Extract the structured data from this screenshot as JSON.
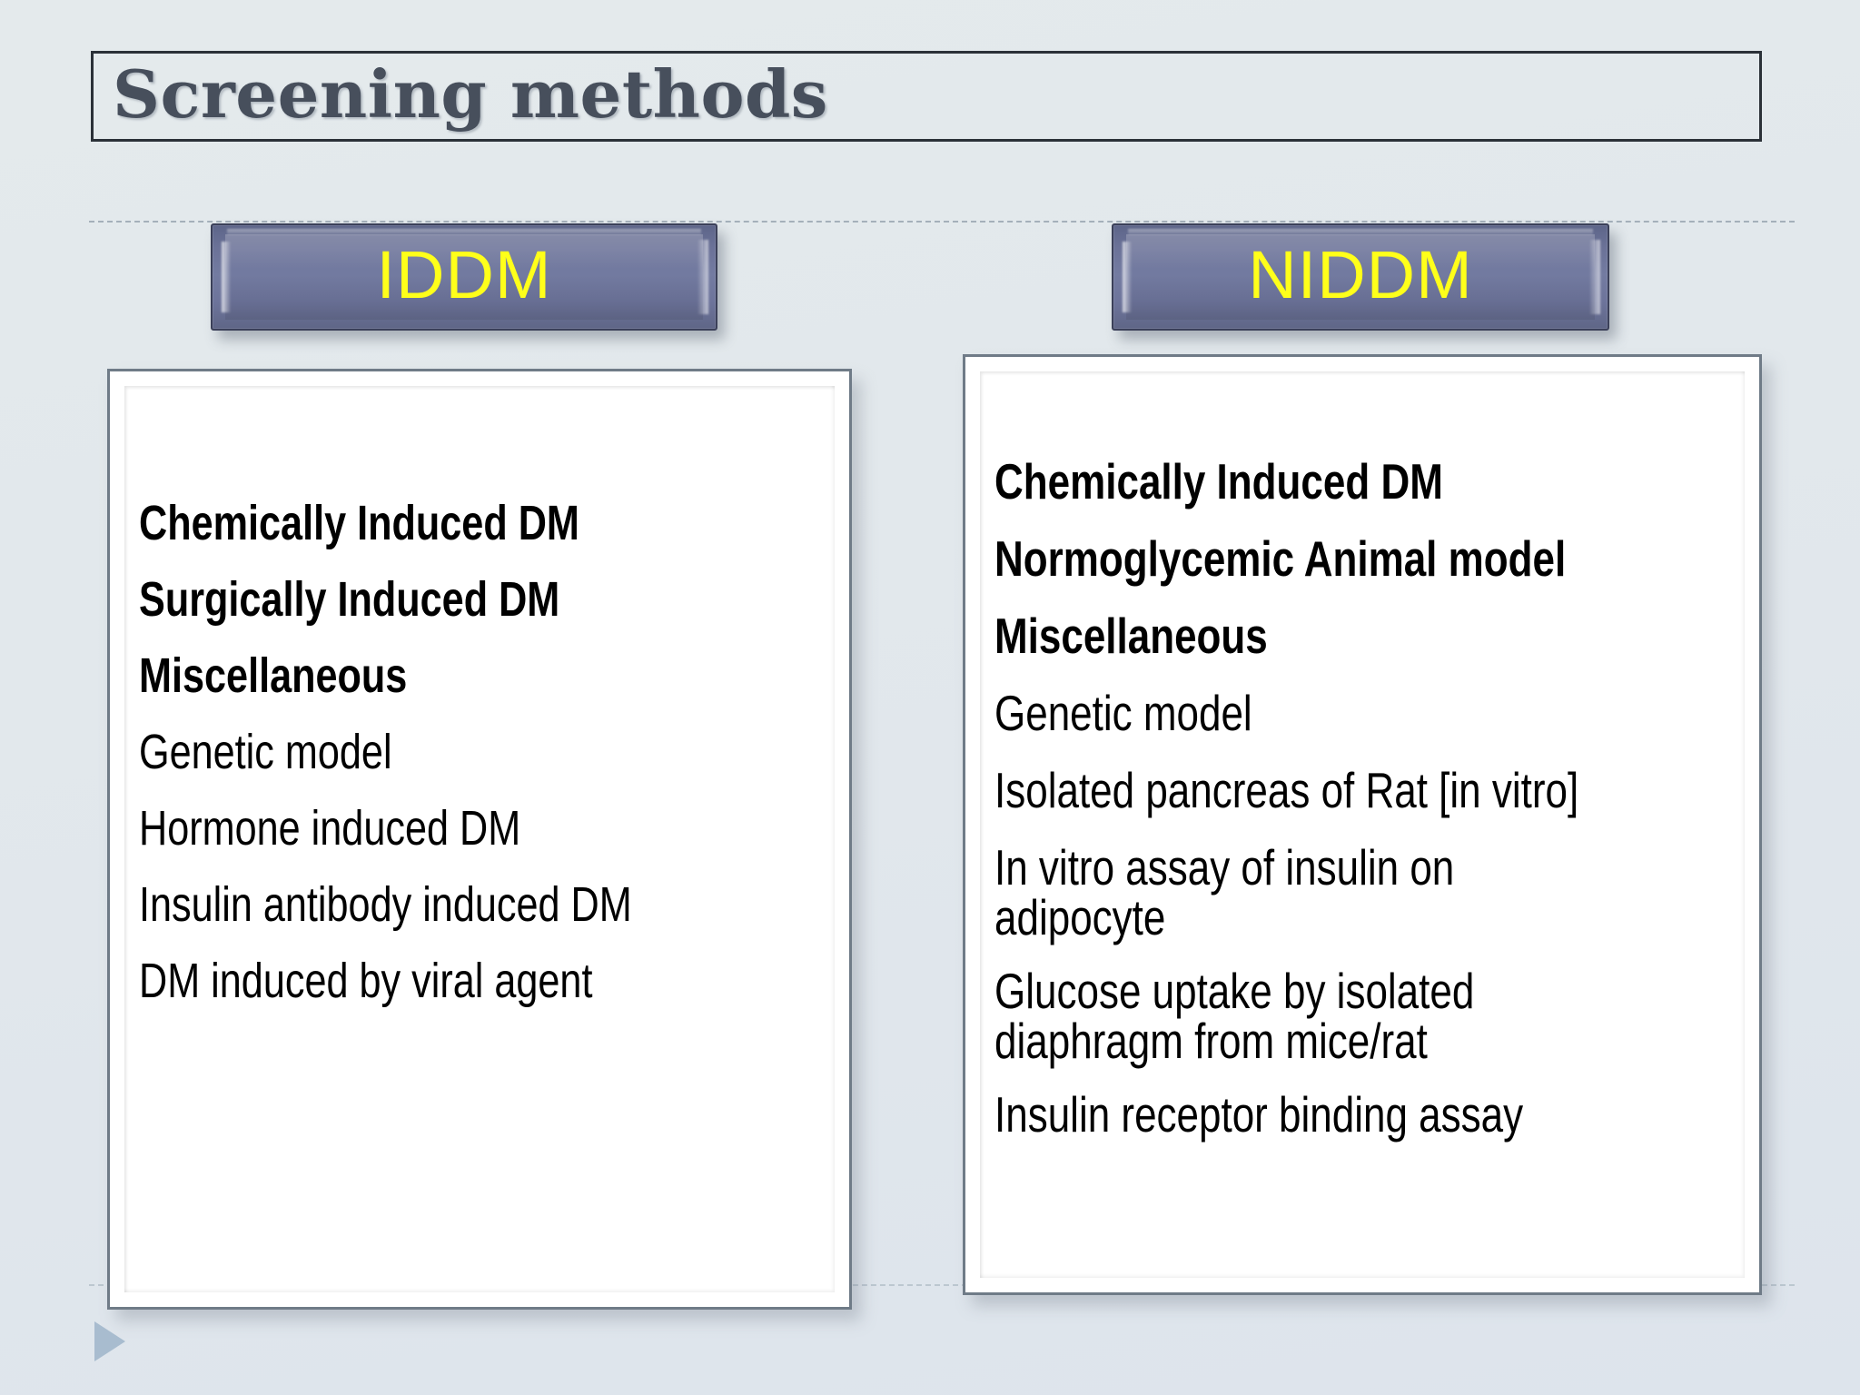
{
  "slide": {
    "title": "Screening methods",
    "background_color": "#e1e7ec",
    "title_color": "#474f5c"
  },
  "guides": {
    "top_label": "guide-line-top",
    "bottom_label": "guide-line-bottom"
  },
  "columns": [
    {
      "badge_label": "IDDM",
      "badge_text_color": "#ffff1a",
      "badge_fill_color": "#6e7599",
      "items": [
        {
          "text": "Chemically Induced DM",
          "bold": true
        },
        {
          "text": "Surgically Induced DM",
          "bold": true
        },
        {
          "text": "Miscellaneous",
          "bold": true
        },
        {
          "text": "Genetic model",
          "bold": false
        },
        {
          "text": "Hormone induced DM",
          "bold": false
        },
        {
          "text": "Insulin antibody induced DM",
          "bold": false
        },
        {
          "text": "DM induced by viral agent",
          "bold": false
        }
      ]
    },
    {
      "badge_label": "NIDDM",
      "badge_text_color": "#ffff1a",
      "badge_fill_color": "#6e7599",
      "items": [
        {
          "text": "Chemically Induced DM",
          "bold": true
        },
        {
          "text": "Normoglycemic Animal model",
          "bold": true
        },
        {
          "text": "Miscellaneous",
          "bold": true
        },
        {
          "text": "Genetic model",
          "bold": false
        },
        {
          "text": "Isolated pancreas of Rat [in vitro]",
          "bold": false
        },
        {
          "text": "In vitro assay of insulin on adipocyte",
          "bold": false,
          "lines": [
            "In vitro assay of insulin on",
            "adipocyte"
          ]
        },
        {
          "text": "Glucose uptake by isolated diaphragm from mice/rat",
          "bold": false,
          "lines": [
            "Glucose uptake by isolated",
            "diaphragm from mice/rat"
          ]
        },
        {
          "text": "Insulin receptor binding assay",
          "bold": false
        }
      ]
    }
  ],
  "marker": {
    "name": "navigation-triangle",
    "color": "#a8bccf"
  }
}
